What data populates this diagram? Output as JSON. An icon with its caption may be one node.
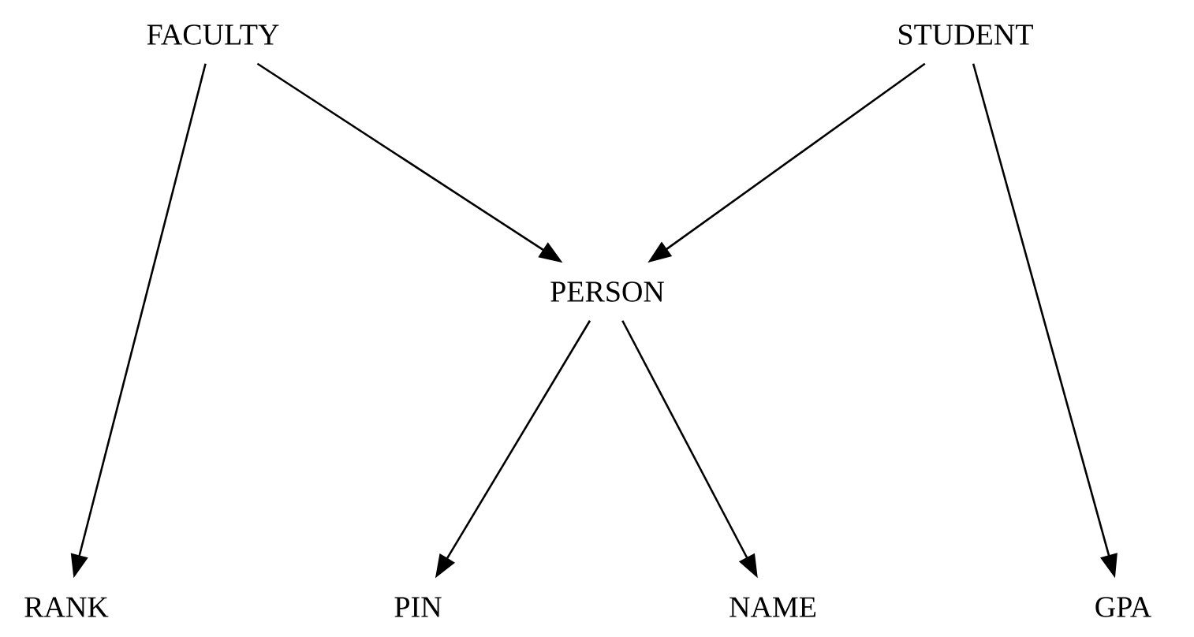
{
  "diagram": {
    "nodes": [
      {
        "text": [
          "FACULTY"
        ]
      },
      {
        "text": [
          "STUDENT"
        ]
      },
      {
        "text": [
          "PERSON"
        ]
      },
      {
        "text": [
          "RANK"
        ]
      },
      {
        "text": [
          "PIN"
        ]
      },
      {
        "text": [
          "NAME"
        ]
      },
      {
        "text": [
          "GPA"
        ]
      }
    ],
    "edges": [
      {
        "from": 0,
        "to": 2,
        "arrow": "to"
      },
      {
        "from": 1,
        "to": 2,
        "arrow": "to"
      },
      {
        "from": 0,
        "to": 3,
        "arrow": "to"
      },
      {
        "from": 2,
        "to": 4,
        "arrow": "to"
      },
      {
        "from": 2,
        "to": 5,
        "arrow": "to"
      },
      {
        "from": 1,
        "to": 6,
        "arrow": "to"
      }
    ]
  }
}
